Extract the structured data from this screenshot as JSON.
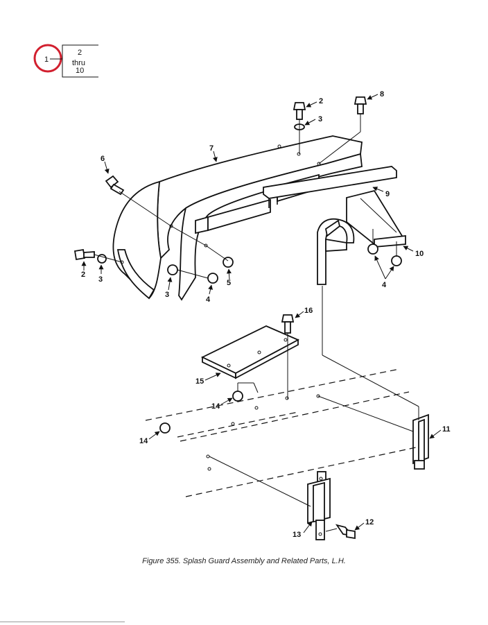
{
  "key_box": {
    "index": "1",
    "range_from": "2",
    "range_word": "thru",
    "range_to": "10",
    "circle_color": "#d2202f"
  },
  "callouts": {
    "c2_top": "2",
    "c3_top": "3",
    "c8": "8",
    "c7": "7",
    "c6": "6",
    "c9": "9",
    "c10": "10",
    "c4_right": "4",
    "c2_left": "2",
    "c3_left": "3",
    "c3_mid": "3",
    "c4_mid": "4",
    "c5": "5",
    "c16": "16",
    "c15": "15",
    "c14_upper": "14",
    "c14_lower": "14",
    "c11": "11",
    "c12": "12",
    "c13": "13"
  },
  "caption": "Figure 355.  Splash Guard Assembly and Related Parts, L.H."
}
